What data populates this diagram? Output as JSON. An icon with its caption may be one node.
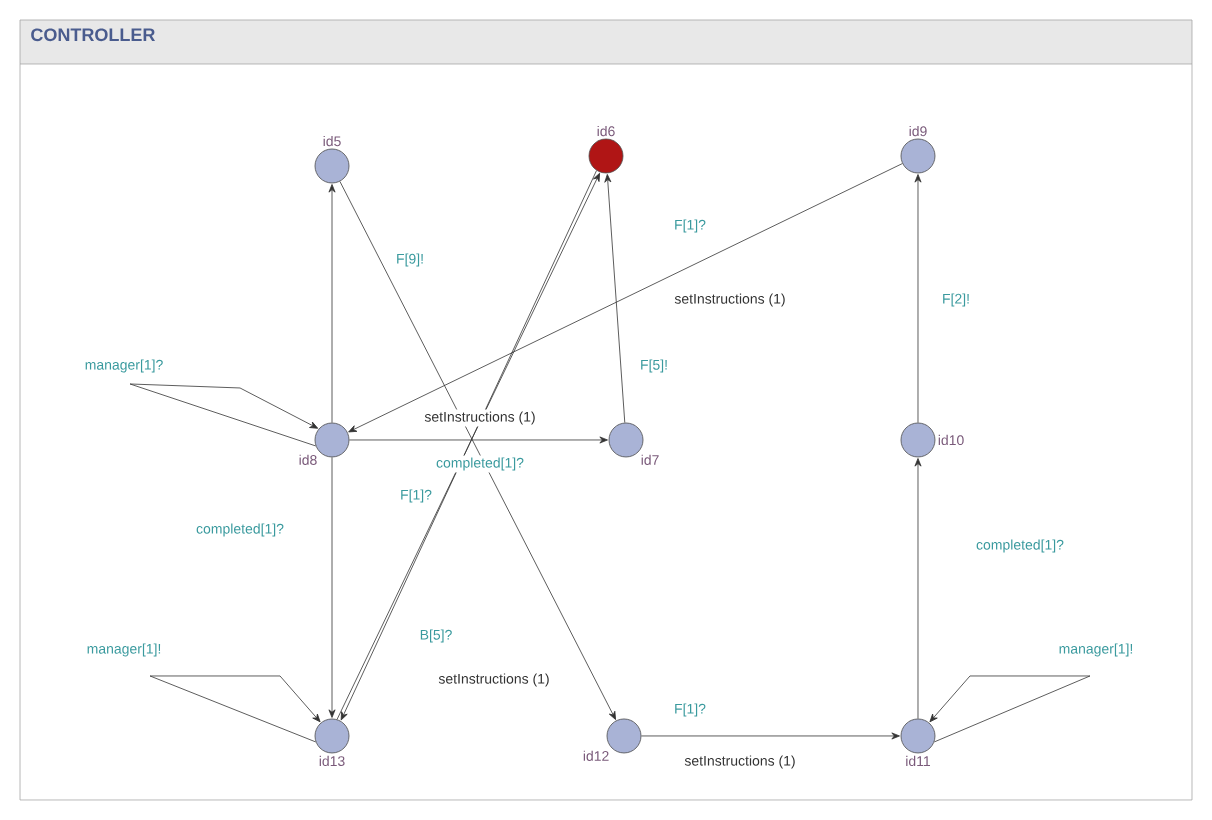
{
  "diagram": {
    "title": "CONTROLLER",
    "nodes": [
      {
        "text": [
          "id5"
        ]
      },
      {
        "text": [
          "id6"
        ]
      },
      {
        "text": [
          "id9"
        ]
      },
      {
        "text": [
          "id8"
        ]
      },
      {
        "text": [
          "id7"
        ]
      },
      {
        "text": [
          "id10"
        ]
      },
      {
        "text": [
          "id13"
        ]
      },
      {
        "text": [
          "id12"
        ]
      },
      {
        "text": [
          "id11"
        ]
      }
    ],
    "edges": [
      {
        "from": 3,
        "to": 0,
        "arrow": "to"
      },
      {
        "from": 3,
        "to": 6,
        "arrow": "to",
        "label": "completed[1]?"
      },
      {
        "from": 0,
        "to": 7,
        "arrow": "to",
        "label": "F[9]!"
      },
      {
        "from": 1,
        "to": 6,
        "arrow": "to",
        "label": "B[5]?"
      },
      {
        "from": 6,
        "to": 1,
        "arrow": "to",
        "label": "F[1]?"
      },
      {
        "from": 2,
        "to": 3,
        "arrow": "to",
        "label": "F[1]?"
      },
      {
        "from": 3,
        "to": 4,
        "arrow": "to",
        "label": "setInstructions (1)"
      },
      {
        "from": 4,
        "to": 1,
        "arrow": "to",
        "label": "F[5]!"
      },
      {
        "from": 5,
        "to": 2,
        "arrow": "to",
        "label": "F[2]!"
      },
      {
        "from": 8,
        "to": 5,
        "arrow": "to",
        "label": "completed[1]?"
      },
      {
        "from": 7,
        "to": 8,
        "arrow": "to",
        "label": "F[1]?"
      },
      {
        "from": 3,
        "to": 3,
        "arrow": "to",
        "label": "manager[1]?"
      },
      {
        "from": 6,
        "to": 6,
        "arrow": "to",
        "label": "manager[1]!"
      },
      {
        "from": 8,
        "to": 8,
        "arrow": "to",
        "label": "manager[1]!"
      }
    ],
    "labels": [
      "setInstructions (1)",
      "completed[1]?",
      "setInstructions (1)",
      "setInstructions (1)"
    ]
  }
}
